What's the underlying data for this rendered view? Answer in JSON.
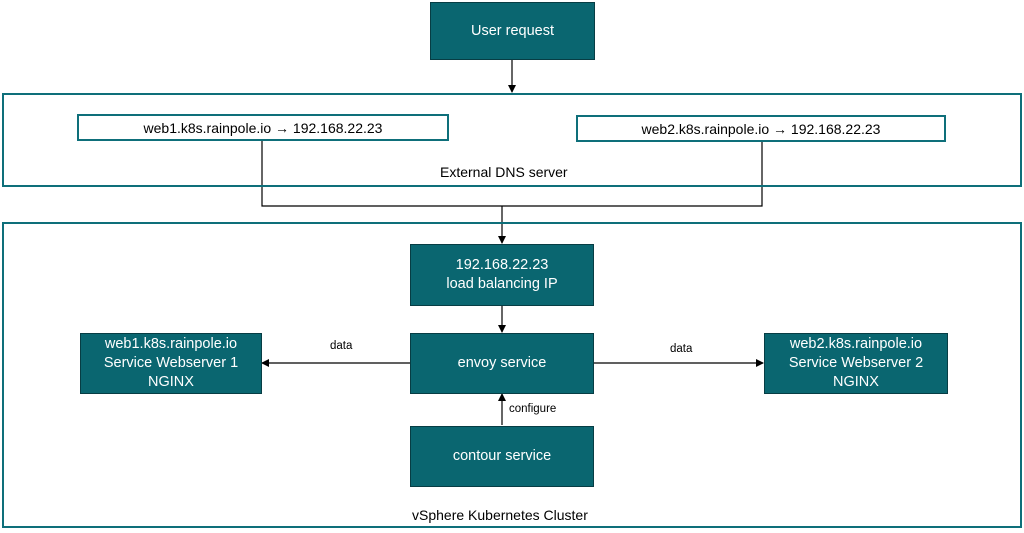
{
  "nodes": {
    "user_request": "User request",
    "lb_ip": [
      "192.168.22.23",
      "load balancing IP"
    ],
    "envoy": "envoy service",
    "contour": "contour service",
    "web1": [
      "web1.k8s.rainpole.io",
      "Service Webserver 1",
      "NGINX"
    ],
    "web2": [
      "web2.k8s.rainpole.io",
      "Service Webserver 2",
      "NGINX"
    ]
  },
  "dns": {
    "label": "External DNS server",
    "entry1": "web1.k8s.rainpole.io → 192.168.22.23",
    "entry2": "web2.k8s.rainpole.io → 192.168.22.23"
  },
  "cluster": {
    "label": "vSphere Kubernetes Cluster"
  },
  "edges": {
    "data_left": "data",
    "data_right": "data",
    "configure": "configure"
  },
  "colors": {
    "node_fill": "#0a6670",
    "border": "#0e6f7a",
    "text_on_node": "#ffffff"
  }
}
